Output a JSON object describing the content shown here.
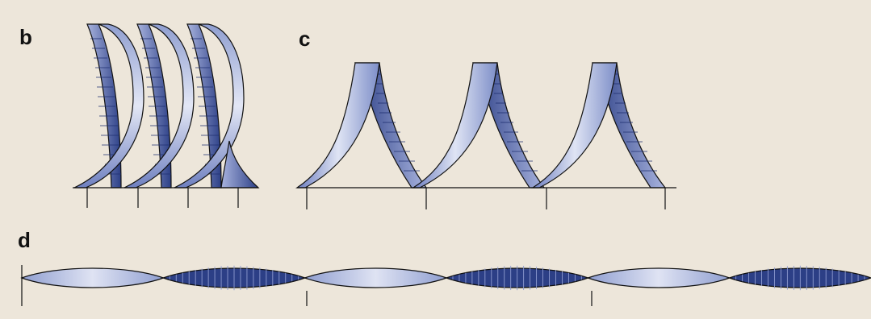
{
  "labels": {
    "b": "b",
    "c": "c",
    "d": "d"
  },
  "colors": {
    "background": "#ede6da",
    "ribbon_light": "#dfe3f3",
    "ribbon_mid": "#8f9ed0",
    "ribbon_dark": "#2c3f86",
    "outline": "#111111"
  },
  "diagram": {
    "b": {
      "turns": 3
    },
    "c": {
      "arches": 3
    },
    "d": {
      "twists": 6
    }
  }
}
